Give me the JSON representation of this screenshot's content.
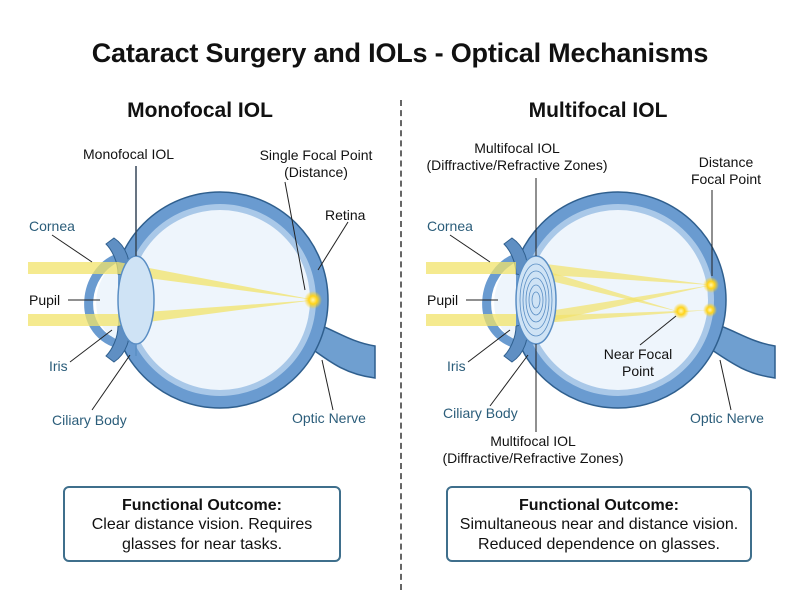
{
  "title": "Cataract Surgery and IOLs - Optical Mechanisms",
  "left": {
    "subtitle": "Monofocal IOL",
    "labels": {
      "iol": "Monofocal IOL",
      "focal_1": "Single Focal Point",
      "focal_2": "(Distance)",
      "retina": "Retina",
      "cornea": "Cornea",
      "pupil": "Pupil",
      "iris": "Iris",
      "ciliary": "Ciliary Body",
      "optic": "Optic Nerve"
    },
    "outcome": {
      "heading": "Functional Outcome:",
      "line1": "Clear distance vision. Requires",
      "line2": "glasses for near tasks."
    }
  },
  "right": {
    "subtitle": "Multifocal IOL",
    "labels": {
      "iol_top_1": "Multifocal IOL",
      "iol_top_2": "(Diffractive/Refractive Zones)",
      "distance_1": "Distance",
      "distance_2": "Focal Point",
      "cornea": "Cornea",
      "pupil": "Pupil",
      "iris": "Iris",
      "near_1": "Near Focal",
      "near_2": "Point",
      "ciliary": "Ciliary Body",
      "optic": "Optic Nerve",
      "iol_bottom_1": "Multifocal IOL",
      "iol_bottom_2": "(Diffractive/Refractive Zones)"
    },
    "outcome": {
      "heading": "Functional Outcome:",
      "line1": "Simultaneous near and distance vision.",
      "line2": "Reduced dependence on glasses."
    }
  },
  "colors": {
    "sclera": "#5a8ec4",
    "eye_fill": "#dbe9f6",
    "lens": "#cfe3f5",
    "light": "#f2e36a",
    "focus": "#ffd31a",
    "box_border": "#3f6f8c",
    "label_blue": "#2b5d7a"
  }
}
